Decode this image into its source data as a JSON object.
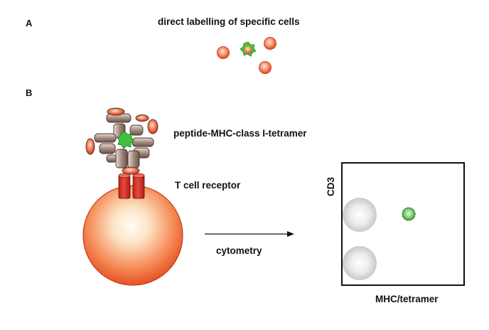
{
  "panel_a": {
    "letter": "A",
    "title": "direct labelling of specific cells"
  },
  "panel_b": {
    "letter": "B",
    "tetramer_label": "peptide-MHC-class I-tetramer",
    "receptor_label": "T cell receptor",
    "arrow_label": "cytometry",
    "plot": {
      "y_axis_label": "CD3",
      "x_axis_label": "MHC/tetramer"
    }
  },
  "colors": {
    "cell_orange": "#e8532a",
    "peptide_green": "#3fbf3a",
    "receptor_red": "#d63a2c",
    "plot_gray": "#c8c8c8"
  }
}
